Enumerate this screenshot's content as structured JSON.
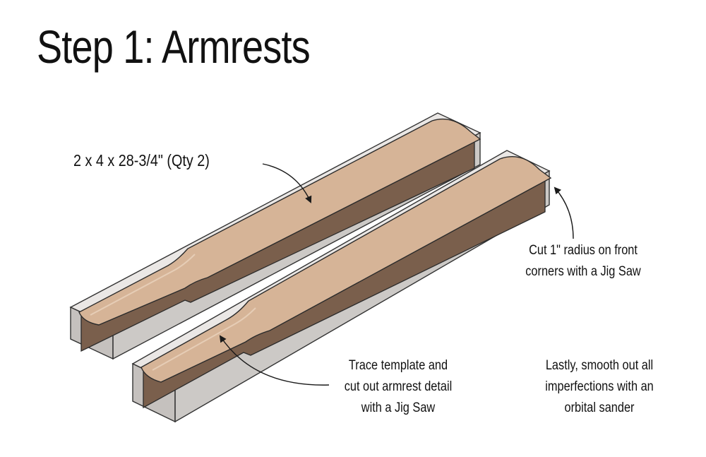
{
  "title": "Step 1: Armrests",
  "dimension_label": "2 x 4 x 28-3/4\" (Qty 2)",
  "notes": {
    "radius": [
      "Cut 1\" radius on front",
      "corners with a Jig Saw"
    ],
    "trace": [
      "Trace template and",
      "cut out armrest detail",
      "with a Jig Saw"
    ],
    "sand": [
      "Lastly, smooth out all",
      "imperfections with an",
      "orbital sander"
    ]
  },
  "colors": {
    "wood_top": "#d6b497",
    "wood_side": "#7a5f4c",
    "ghost_stock": "#c9c3c0",
    "outline": "#2b2b2b"
  }
}
